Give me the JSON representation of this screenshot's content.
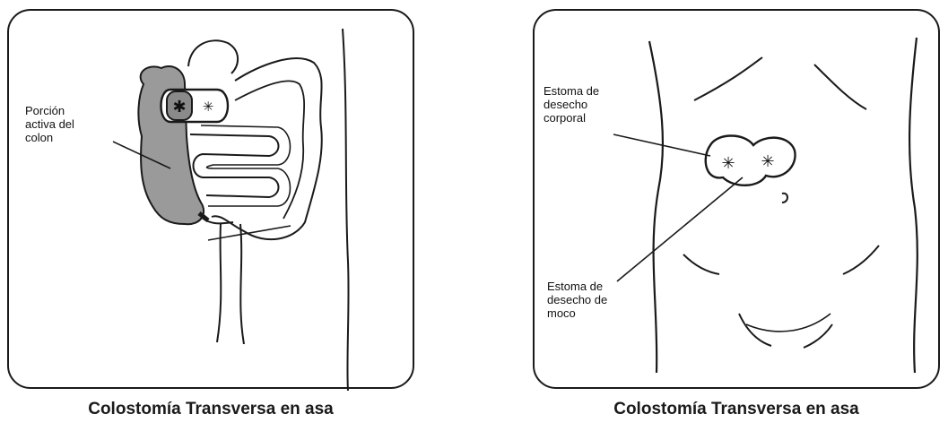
{
  "left_figure": {
    "label_active_colon": "Porción\nactiva del\ncolon",
    "caption": "Colostomía Transversa en asa",
    "colors": {
      "active_colon_fill": "#9a9a9a",
      "outline": "#1a1a1a"
    }
  },
  "right_figure": {
    "label_waste_stoma": "Estoma de\ndesecho\ncorporal",
    "label_mucus_stoma": "Estoma de\ndesecho de\nmoco",
    "caption": "Colostomía Transversa en asa"
  }
}
